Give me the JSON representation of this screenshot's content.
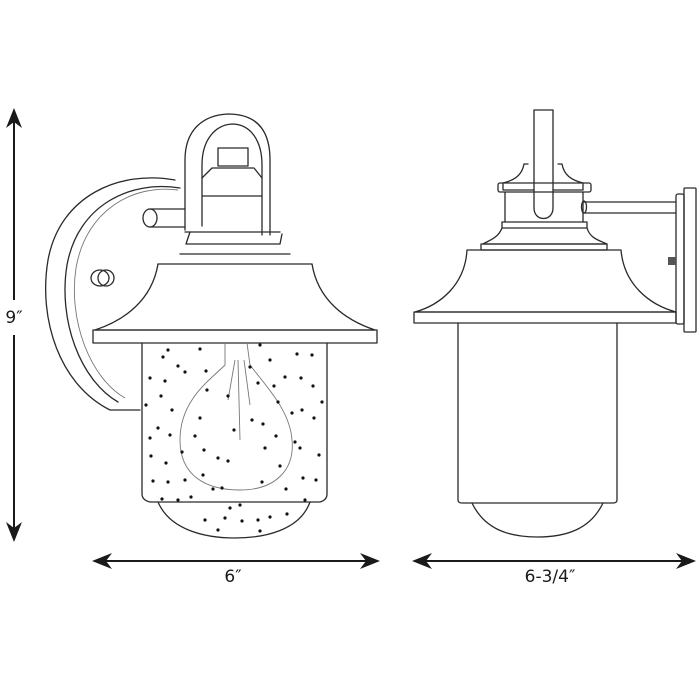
{
  "diagram": {
    "type": "product-dimension-drawing",
    "subject": "outdoor wall lantern",
    "views": [
      {
        "name": "front-view",
        "features": [
          "round wall backplate",
          "arm",
          "hook loop",
          "bell shade",
          "seeded glass cylinder",
          "visible bulb",
          "domed glass bottom"
        ]
      },
      {
        "name": "side-view",
        "features": [
          "rectangular wall plate",
          "arm",
          "vertical hook",
          "bell shade",
          "glass cylinder",
          "domed glass bottom"
        ]
      }
    ],
    "dimensions": {
      "height": {
        "label": "9″",
        "orientation": "vertical"
      },
      "front_width": {
        "label": "6″",
        "orientation": "horizontal"
      },
      "side_depth": {
        "label": "6-3/4″",
        "orientation": "horizontal"
      }
    },
    "colors": {
      "line": "#2a2a2a",
      "background": "#ffffff"
    }
  }
}
